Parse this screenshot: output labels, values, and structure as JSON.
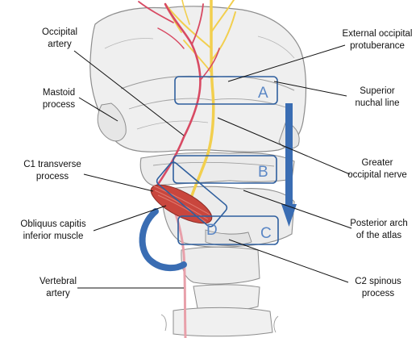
{
  "colors": {
    "box": "#2f5f9e",
    "arrow": "#3a6db3",
    "artery": "#d84a63",
    "nerve": "#f2cf4e",
    "muscle": "#c9463d",
    "bone_line": "#8d8d8d",
    "bone_fill": "#eeeeee"
  },
  "labels": {
    "occipital_artery": [
      "Occipital",
      "artery"
    ],
    "mastoid_process": [
      "Mastoid",
      "process"
    ],
    "c1_transverse_process": [
      "C1 transverse",
      "process"
    ],
    "obliquus_capitis": [
      "Obliquus capitis",
      "inferior muscle"
    ],
    "vertebral_artery": [
      "Vertebral",
      "artery"
    ],
    "external_occipital": [
      "External occipital",
      "protuberance"
    ],
    "superior_nuchal": [
      "Superior",
      "nuchal line"
    ],
    "greater_occipital": [
      "Greater",
      "occipital nerve"
    ],
    "posterior_arch": [
      "Posterior arch",
      "of the atlas"
    ],
    "c2_spinous": [
      "C2 spinous",
      "process"
    ]
  },
  "regions": {
    "a": "A",
    "b": "B",
    "c": "C",
    "d": "D"
  }
}
